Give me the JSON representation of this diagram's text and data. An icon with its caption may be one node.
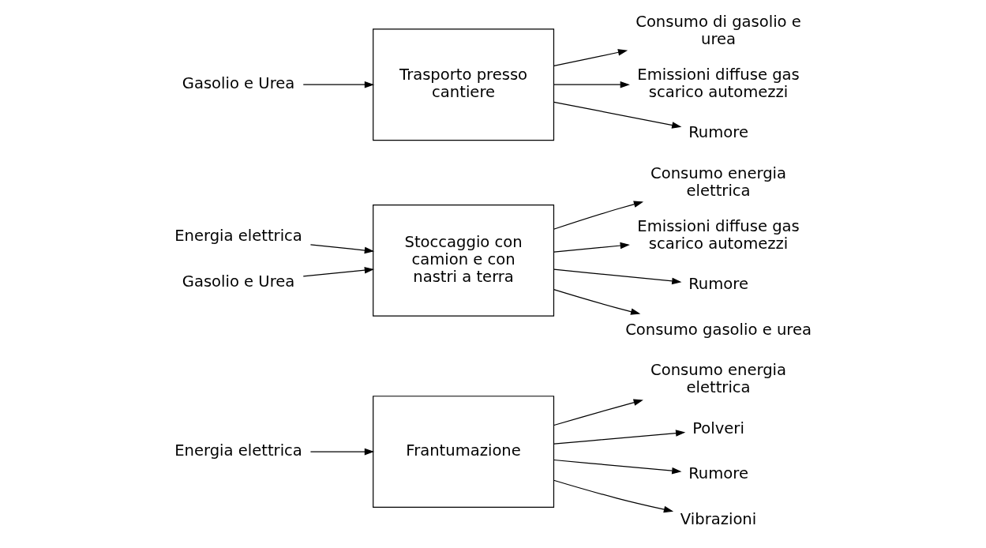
{
  "diagram": {
    "nodes": [
      {
        "text": [
          "Energia elettrica"
        ]
      },
      {
        "text": [
          "Frantumazione"
        ]
      },
      {
        "text": [
          "Consumo energia elettrica"
        ]
      },
      {
        "text": [
          "Polveri"
        ]
      },
      {
        "text": [
          "Rumore"
        ]
      },
      {
        "text": [
          "Vibrazioni"
        ]
      },
      {
        "text": [
          "Energia elettrica"
        ]
      },
      {
        "text": [
          "Gasolio e Urea"
        ]
      },
      {
        "text": [
          "Stoccaggio con camion e con nastri a terra"
        ]
      },
      {
        "text": [
          "Consumo energia elettrica"
        ]
      },
      {
        "text": [
          "Emissioni diffuse gas scarico automezzi"
        ]
      },
      {
        "text": [
          "Rumore"
        ]
      },
      {
        "text": [
          "Consumo gasolio e urea"
        ]
      },
      {
        "text": [
          "Gasolio e Urea"
        ]
      },
      {
        "text": [
          "Trasporto presso cantiere"
        ]
      },
      {
        "text": [
          "Consumo di gasolio e urea"
        ]
      },
      {
        "text": [
          "Emissioni diffuse gas scarico automezzi"
        ]
      },
      {
        "text": [
          "Rumore"
        ]
      }
    ],
    "edges": [
      {
        "from": 0,
        "to": 1,
        "arrow": "to"
      },
      {
        "from": 1,
        "to": 2,
        "arrow": "to"
      },
      {
        "from": 1,
        "to": 3,
        "arrow": "to"
      },
      {
        "from": 1,
        "to": 4,
        "arrow": "to"
      },
      {
        "from": 1,
        "to": 5,
        "arrow": "to"
      },
      {
        "from": 6,
        "to": 8,
        "arrow": "to"
      },
      {
        "from": 7,
        "to": 8,
        "arrow": "to"
      },
      {
        "from": 8,
        "to": 9,
        "arrow": "to"
      },
      {
        "from": 8,
        "to": 10,
        "arrow": "to"
      },
      {
        "from": 8,
        "to": 11,
        "arrow": "to"
      },
      {
        "from": 8,
        "to": 12,
        "arrow": "to"
      },
      {
        "from": 13,
        "to": 14,
        "arrow": "to"
      },
      {
        "from": 14,
        "to": 15,
        "arrow": "to"
      },
      {
        "from": 14,
        "to": 16,
        "arrow": "to"
      },
      {
        "from": 14,
        "to": 17,
        "arrow": "to"
      }
    ]
  }
}
